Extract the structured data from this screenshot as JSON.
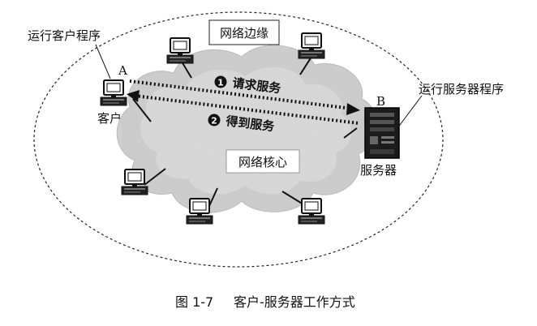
{
  "labels": {
    "network_edge": "网络边缘",
    "network_core": "网络核心",
    "client_program": "运行客户程序",
    "server_program": "运行服务器程序",
    "client": "客户",
    "server": "服务器",
    "node_a": "A",
    "node_b": "B",
    "step1_num": "1",
    "step1_text": "请求服务",
    "step2_num": "2",
    "step2_text": "得到服务"
  },
  "caption": {
    "figure_no": "图 1-7",
    "title": "客户-服务器工作方式"
  },
  "icons": {
    "host": "desktop-computer-icon",
    "server": "server-tower-icon",
    "cloud": "cloud-network-core",
    "edge": "dashed-ellipse-network-edge"
  },
  "colors": {
    "ink": "#111111",
    "cloud_fill": "#cfcfcf",
    "cloud_inner": "#dcdcdc",
    "background": "#ffffff"
  }
}
